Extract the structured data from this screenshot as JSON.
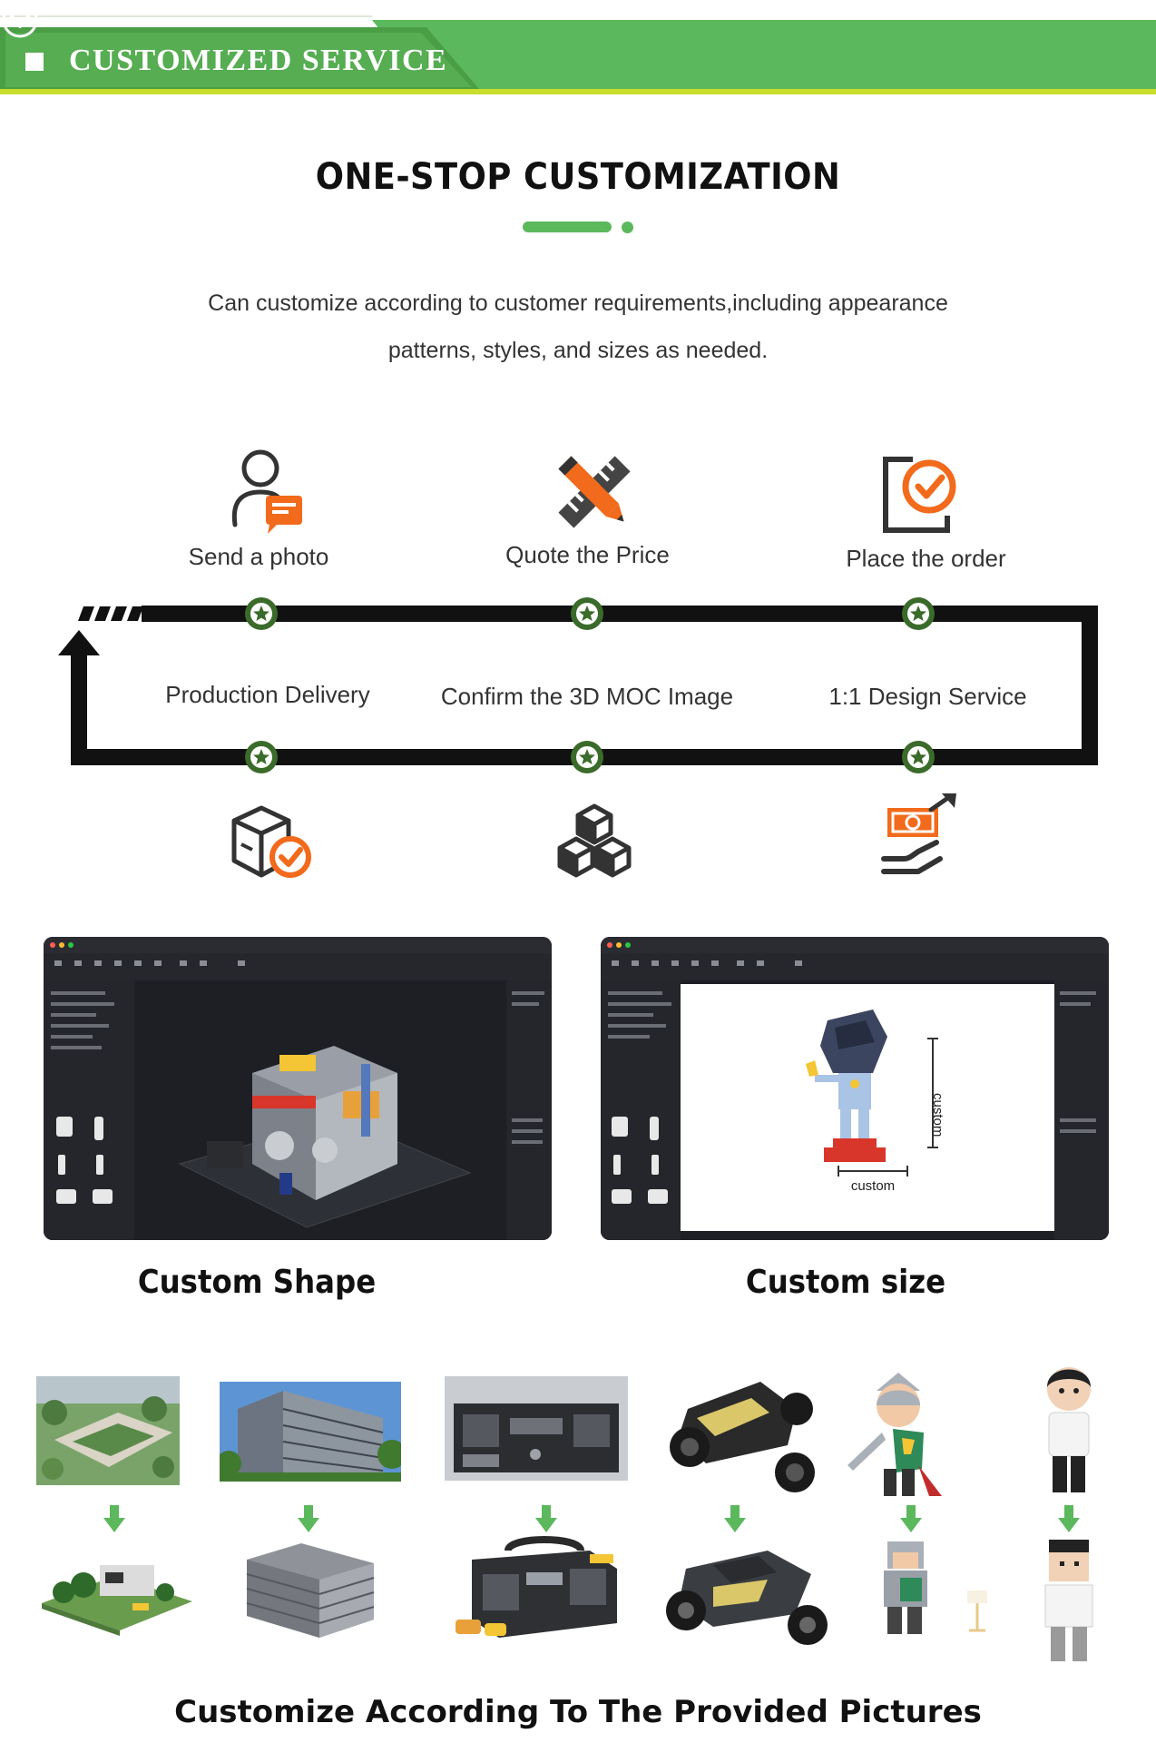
{
  "banner": {
    "title": "CUSTOMIZED SERVICE",
    "accent": "#5cb85c",
    "accent_dark": "#4a9e45",
    "stripe": "#c8dd2c"
  },
  "heading": {
    "title": "ONE-STOP CUSTOMIZATION",
    "desc_line1": "Can customize according to customer requirements,including appearance",
    "desc_line2": "patterns, styles, and sizes as needed."
  },
  "process": {
    "top_steps": [
      {
        "label": "Send a photo",
        "icon": "user-chat-icon"
      },
      {
        "label": "Quote the Price",
        "icon": "pencil-ruler-icon"
      },
      {
        "label": "Place the order",
        "icon": "clipboard-check-icon"
      }
    ],
    "bottom_steps": [
      {
        "label": "Production Delivery",
        "icon": "box-check-icon"
      },
      {
        "label": "Confirm the 3D MOC Image",
        "icon": "cubes-icon"
      },
      {
        "label": "1:1 Design Service",
        "icon": "money-hand-icon"
      }
    ],
    "icon_color": "#f26a1b",
    "node_color": "#3b6b2a"
  },
  "screens": [
    {
      "caption": "Custom Shape"
    },
    {
      "caption": "Custom size",
      "dim_vertical": "custom",
      "dim_horizontal": "custom"
    }
  ],
  "gallery": {
    "items": [
      "garden-landscape",
      "office-building",
      "boombox",
      "rc-buggy",
      "knight-figure",
      "person-figure"
    ],
    "caption": "Customize According To The Provided Pictures"
  }
}
